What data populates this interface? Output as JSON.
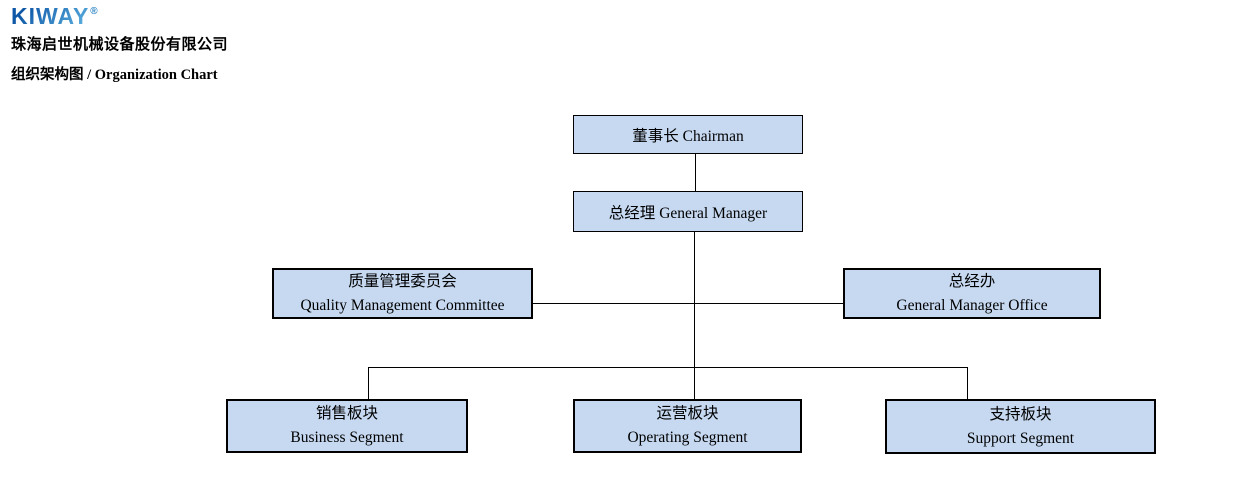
{
  "header": {
    "logo_text": "KIWAY",
    "logo_registered": "®",
    "company_name": "珠海启世机械设备股份有限公司",
    "chart_title": "组织架构图 / Organization Chart"
  },
  "org": {
    "chairman": {
      "zh": "董事长",
      "en": "Chairman"
    },
    "general_manager": {
      "zh": "总经理",
      "en": "General Manager"
    },
    "quality_management_committee": {
      "zh": "质量管理委员会",
      "en": "Quality Management Committee"
    },
    "general_manager_office": {
      "zh": "总经办",
      "en": "General Manager Office"
    },
    "business_segment": {
      "zh": "销售板块",
      "en": "Business Segment"
    },
    "operating_segment": {
      "zh": "运营板块",
      "en": "Operating Segment"
    },
    "support_segment": {
      "zh": "支持板块",
      "en": "Support Segment"
    }
  },
  "colors": {
    "box_fill": "#c6d9f1",
    "box_border": "#000000",
    "connector": "#000000",
    "text": "#000000",
    "background": "#ffffff",
    "logo_blue_dark": "#0e57a7",
    "logo_blue_light": "#58abdc"
  }
}
